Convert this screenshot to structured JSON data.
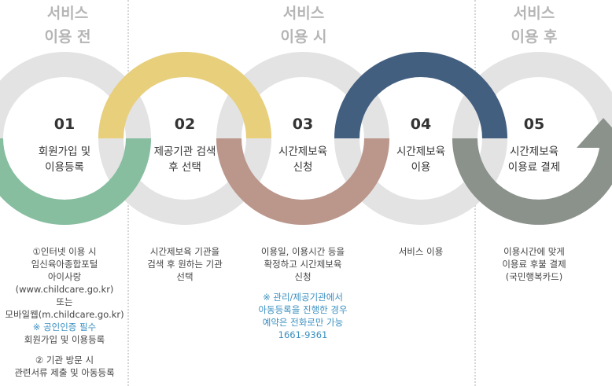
{
  "phases": [
    {
      "line1": "서비스",
      "line2": "이용 전"
    },
    {
      "line1": "서비스",
      "line2": "이용 시"
    },
    {
      "line1": "서비스",
      "line2": "이용 후"
    }
  ],
  "steps": [
    {
      "num": "01",
      "title1": "회원가입 및",
      "title2": "이용등록",
      "color": "#86be9f"
    },
    {
      "num": "02",
      "title1": "제공기관 검색",
      "title2": "후 선택",
      "color": "#e8cf7c"
    },
    {
      "num": "03",
      "title1": "시간제보육",
      "title2": "신청",
      "color": "#bb968b"
    },
    {
      "num": "04",
      "title1": "시간제보육",
      "title2": "이용",
      "color": "#435f80"
    },
    {
      "num": "05",
      "title1": "시간제보육",
      "title2": "이용료 결제",
      "color": "#8b928c"
    }
  ],
  "colors": {
    "ring_gray": "#e3e3e3",
    "note_blue": "#3a8fc0"
  },
  "descriptions": {
    "d1": {
      "l1": "①인터넷 이용 시",
      "l2": "임신육아종합포털",
      "l3": "아이사랑",
      "l4": "(www.childcare.go.kr)",
      "l5": "또는",
      "l6": "모바일웹(m.childcare.go.kr)",
      "l7": "※ 공인인증 필수",
      "l8": "회원가입 및 이용등록",
      "l9": "② 기관 방문 시",
      "l10": "관련서류 제출 및 아동등록"
    },
    "d2": {
      "l1": "시간제보육 기관을",
      "l2": "검색 후 원하는 기관",
      "l3": "선택"
    },
    "d3": {
      "l1": "이용일, 이용시간 등을",
      "l2": "확정하고 시간제보육",
      "l3": "신청",
      "n1": "※ 관리/제공기관에서",
      "n2": "아동등록을 진행한 경우",
      "n3": "예약은 전화로만 가능",
      "n4": "1661-9361"
    },
    "d4": {
      "l1": "서비스 이용"
    },
    "d5": {
      "l1": "이용시간에 맞게",
      "l2": "이용료 후불 결제",
      "l3": "(국민행복카드)"
    }
  }
}
